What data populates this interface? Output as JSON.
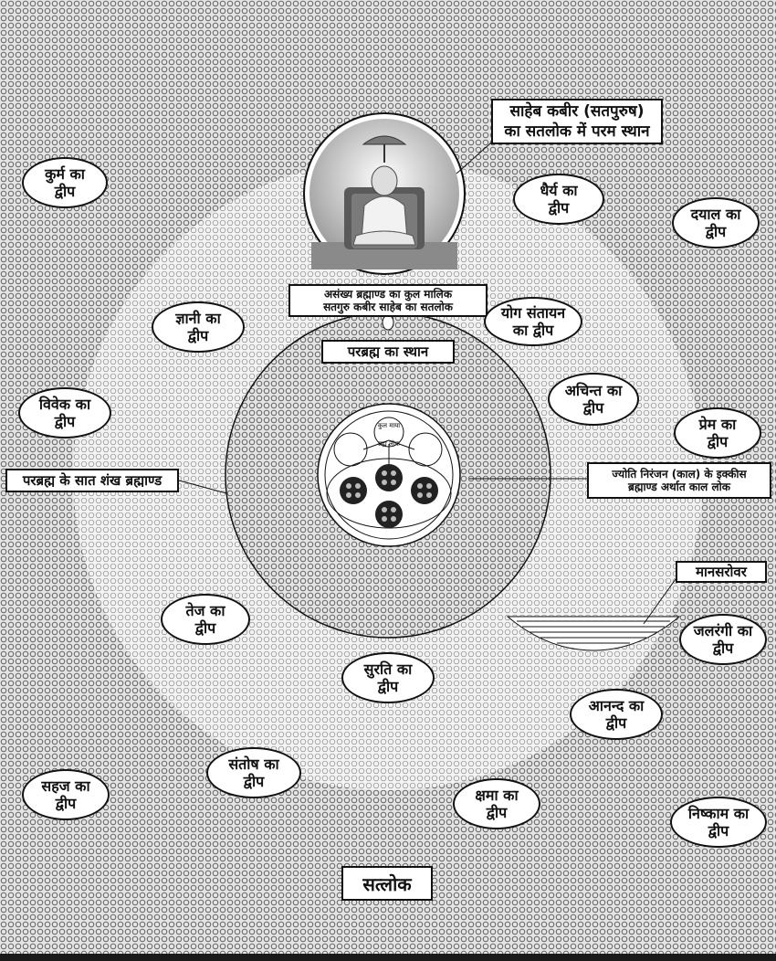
{
  "saheb_box": "साहेब कबीर (सतपुरुष)\nका सतलोक में परम स्थान",
  "kul_malik_box": "असंख्य ब्रह्माण्ड का कुल मालिक\nसतगुरु कबीर साहेब का सतलोक",
  "parbrahm_sthan": "परब्रह्म का स्थान",
  "parbrahm_saat_shankh": "परब्रह्म के सात शंख ब्रह्माण्ड",
  "jyoti_niranjan_box": "ज्योति निरंजन (काल) के इक्कीस\nब्रह्माण्ड अर्थात काल लोक",
  "mansarovar": "मानसरोवर",
  "satlok": "सत्लोक",
  "inner_small_labels": {
    "top": "कुल माया",
    "middle": "ब्रह्म लोक"
  },
  "dweeps": {
    "kurm": "कुर्म का\nद्वीप",
    "dhairya": "धैर्य का\nद्वीप",
    "dayal": "दयाल का\nद्वीप",
    "gyani": "ज्ञानी का\nद्वीप",
    "yog_santayan": "योग संतायन\nका द्वीप",
    "achint": "अचिन्त का\nद्वीप",
    "vivek": "विवेक का\nद्वीप",
    "prem": "प्रेम का\nद्वीप",
    "tej": "तेज का\nद्वीप",
    "jalrangi": "जलरंगी का\nद्वीप",
    "surati": "सुरति का\nद्वीप",
    "anand": "आनन्द का\nद्वीप",
    "santosh": "संतोष का\nद्वीप",
    "sahaj": "सहज का\nद्वीप",
    "kshama": "क्षमा का\nद्वीप",
    "nishkam": "निष्काम का\nद्वीप"
  },
  "colors": {
    "ring_pattern": "#555555",
    "background": "#d9d9d9",
    "ink": "#111111"
  }
}
